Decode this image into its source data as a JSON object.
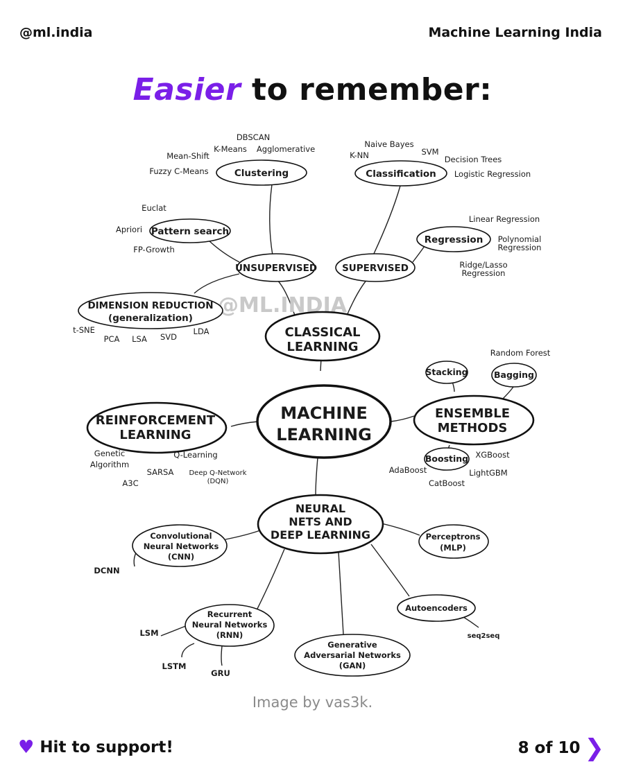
{
  "header": {
    "handle": "@ml.india",
    "brand": "Machine Learning India"
  },
  "title": {
    "accent": "Easier",
    "rest": " to remember:"
  },
  "watermark": "@ML.INDIA",
  "mindmap": {
    "center": [
      "MACHINE",
      "LEARNING"
    ],
    "classical": [
      "CLASSICAL",
      "LEARNING"
    ],
    "unsupervised": "UNSUPERVISED",
    "supervised": "SUPERVISED",
    "clustering": "Clustering",
    "clustering_leaves": [
      "DBSCAN",
      "K-Means",
      "Agglomerative",
      "Mean-Shift",
      "Fuzzy C-Means"
    ],
    "pattern": "Pattern search",
    "pattern_leaves": [
      "Euclat",
      "Apriori",
      "FP-Growth"
    ],
    "dimension": [
      "DIMENSION REDUCTION",
      "(generalization)"
    ],
    "dimension_leaves": [
      "t-SNE",
      "PCA",
      "LSA",
      "SVD",
      "LDA"
    ],
    "classification": "Classification",
    "classification_leaves": [
      "Naive Bayes",
      "K-NN",
      "SVM",
      "Decision Trees",
      "Logistic Regression"
    ],
    "regression": "Regression",
    "regression_leaves": [
      "Linear Regression",
      "Polynomial",
      "Regression",
      "Ridge/Lasso",
      "Regression"
    ],
    "reinforcement": [
      "REINFORCEMENT",
      "LEARNING"
    ],
    "reinforcement_leaves": [
      "Genetic",
      "Algorithm",
      "Q-Learning",
      "SARSA",
      "Deep Q-Network",
      "(DQN)",
      "A3C"
    ],
    "ensemble": [
      "ENSEMBLE",
      "METHODS"
    ],
    "stacking": "Stacking",
    "bagging": "Bagging",
    "bagging_leaf": "Random Forest",
    "boosting": "Boosting",
    "boosting_leaves": [
      "XGBoost",
      "AdaBoost",
      "LightGBM",
      "CatBoost"
    ],
    "neural": [
      "NEURAL",
      "NETS AND",
      "DEEP LEARNING"
    ],
    "cnn": [
      "Convolutional",
      "Neural Networks",
      "(CNN)"
    ],
    "cnn_leaf": "DCNN",
    "perceptrons": [
      "Perceptrons",
      "(MLP)"
    ],
    "autoencoders": "Autoencoders",
    "autoencoders_leaf": "seq2seq",
    "rnn": [
      "Recurrent",
      "Neural Networks",
      "(RNN)"
    ],
    "rnn_leaves": [
      "LSM",
      "LSTM",
      "GRU"
    ],
    "gan": [
      "Generative",
      "Adversarial Networks",
      "(GAN)"
    ]
  },
  "credit": "Image by vas3k.",
  "footer": {
    "support": "Hit to support!",
    "page": "8 of 10"
  },
  "colors": {
    "accent": "#7a1fe8"
  }
}
